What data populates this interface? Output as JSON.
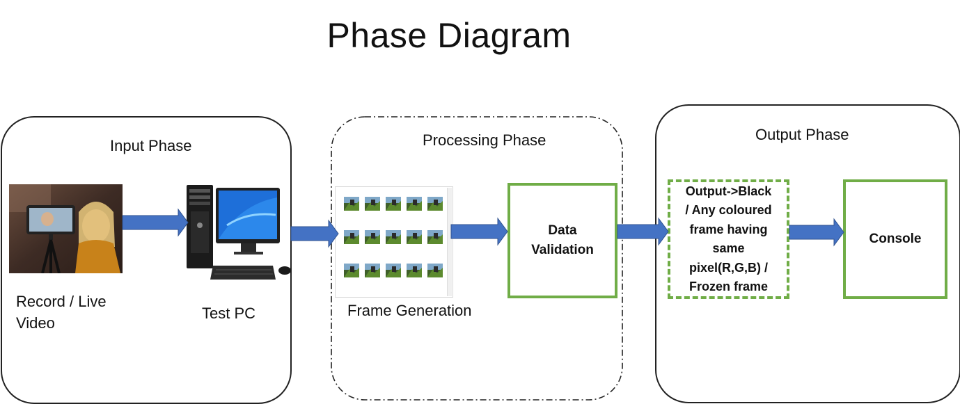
{
  "title": "Phase Diagram",
  "phases": {
    "input": {
      "label": "Input Phase",
      "record_caption_line1": "Record / Live",
      "record_caption_line2": "Video",
      "pc_caption": "Test PC"
    },
    "processing": {
      "label": "Processing Phase",
      "frames_caption": "Frame Generation",
      "validation_line1": "Data",
      "validation_line2": "Validation"
    },
    "output": {
      "label": "Output Phase",
      "result_lines": [
        "Output->Black",
        "/ Any coloured",
        "frame having",
        "same",
        "pixel(R,G,B) /",
        "Frozen frame"
      ],
      "console_label": "Console"
    }
  },
  "colors": {
    "arrow": "#4472c4",
    "box_border": "#70ad47",
    "outline": "#222222"
  }
}
